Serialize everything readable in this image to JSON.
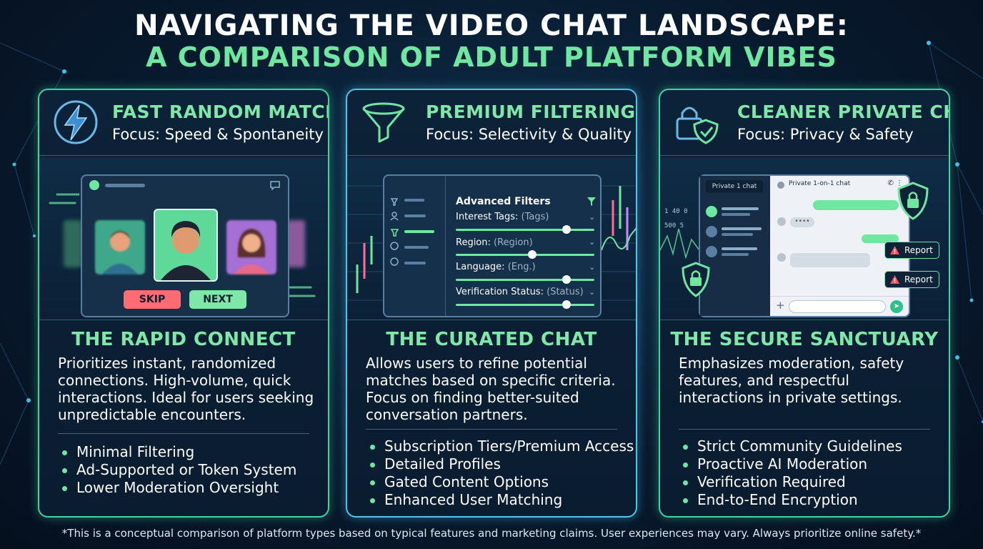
{
  "title": {
    "line1": "NAVIGATING THE VIDEO CHAT LANDSCAPE:",
    "line2": "A COMPARISON OF ADULT PLATFORM VIBES"
  },
  "cards": [
    {
      "heading": "FAST RANDOM MATCHING",
      "focus": "Focus: Speed & Spontaneity",
      "icon": "lightning-icon",
      "illustration": {
        "skip_label": "SKIP",
        "next_label": "NEXT"
      },
      "section_title": "THE RAPID CONNECT",
      "description": "Prioritizes instant, randomized connections. High-volume, quick interactions. Ideal for users seeking unpredictable encounters.",
      "bullets": [
        "Minimal Filtering",
        "Ad-Supported or Token System",
        "Lower Moderation Oversight"
      ]
    },
    {
      "heading": "PREMIUM FILTERING",
      "focus": "Focus: Selectivity & Quality",
      "icon": "funnel-icon",
      "illustration": {
        "panel_title": "Advanced Filters",
        "filters": [
          {
            "label": "Interest Tags:",
            "placeholder": "(Tags)",
            "level": 0.8
          },
          {
            "label": "Region:",
            "placeholder": "(Region)",
            "level": 0.55
          },
          {
            "label": "Language:",
            "placeholder": "(Eng.)",
            "level": 0.8
          },
          {
            "label": "Verification Status:",
            "placeholder": "(Status)",
            "level": 0.8
          }
        ]
      },
      "section_title": "THE CURATED CHAT",
      "description": "Allows users to refine potential matches based on specific criteria. Focus on finding better-suited conversation partners.",
      "bullets": [
        "Subscription Tiers/Premium Access",
        "Detailed Profiles",
        "Gated Content Options",
        "Enhanced User Matching"
      ]
    },
    {
      "heading": "CLEANER PRIVATE CHATS",
      "focus": "Focus: Privacy & Safety",
      "icon": "lock-shield-icon",
      "illustration": {
        "sidebar_tab": "Private 1 chat",
        "chat_title": "Private 1-on-1 chat",
        "report_label": "Report",
        "ticker1": "1 40 0",
        "ticker2": "500 5"
      },
      "section_title": "THE SECURE SANCTUARY",
      "description": "Emphasizes moderation, safety features, and respectful interactions in private settings.",
      "bullets": [
        "Strict Community Guidelines",
        "Proactive AI Moderation",
        "Verification Required",
        "End-to-End Encryption"
      ]
    }
  ],
  "footnote": "*This is a conceptual comparison of platform types based on typical features and marketing claims. User experiences may vary. Always prioritize online safety.*",
  "colors": {
    "accent_green": "#6ee7a0",
    "accent_blue": "#4fc3e8",
    "background": "#081a2e",
    "report_red": "#ff4d5a"
  }
}
